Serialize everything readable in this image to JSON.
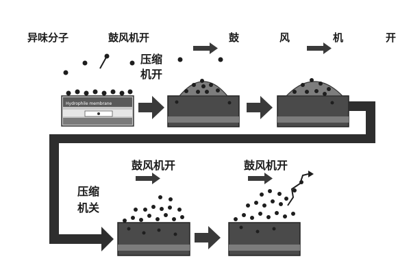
{
  "labels": {
    "odor_molecules": "异味分子",
    "fan_on_1": "鼓风机开",
    "fan_on_split": [
      "鼓",
      "风",
      "机",
      "开"
    ],
    "compressor_on_line1": "压缩",
    "compressor_on_line2": "机开",
    "compressor_off_line1": "压缩",
    "compressor_off_line2": "机关",
    "fan_on_2": "鼓风机开",
    "fan_on_3": "鼓风机开",
    "membrane": "Hydrophile membrane"
  },
  "colors": {
    "stage_dark": "#4a4a4a",
    "stage_mid": "#6d6d6d",
    "stage_light": "#9a9a9a",
    "arrow": "#3a3a3a",
    "pipe": "#2e2e2e",
    "dot": "#1e1e1e",
    "label": "#1a1a1a"
  },
  "icons": {
    "flow_arrow": "right-arrow-icon",
    "fan_arrow": "small-right-arrow-icon"
  }
}
